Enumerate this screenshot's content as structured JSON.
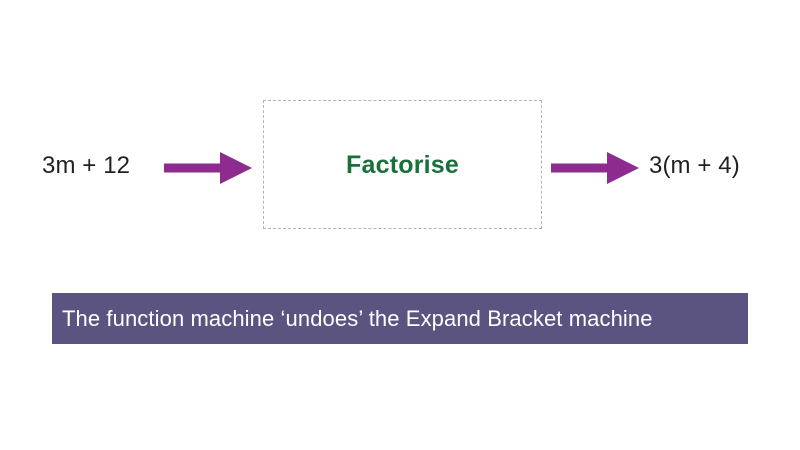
{
  "slide": {
    "background_color": "#ffffff",
    "machine": {
      "input_label": "3m + 12",
      "operation_label": "Factorise",
      "output_label": "3(m + 4)",
      "operation_color": "#19703b",
      "box_border_color": "#b3b3b3",
      "arrow_color": "#8e2b8e",
      "arrow_in_name": "arrow-right-icon",
      "arrow_out_name": "arrow-right-icon"
    },
    "caption": {
      "text": "The function machine ‘undoes’ the Expand Bracket machine",
      "background_color": "#5b5480",
      "text_color": "#ffffff"
    }
  }
}
